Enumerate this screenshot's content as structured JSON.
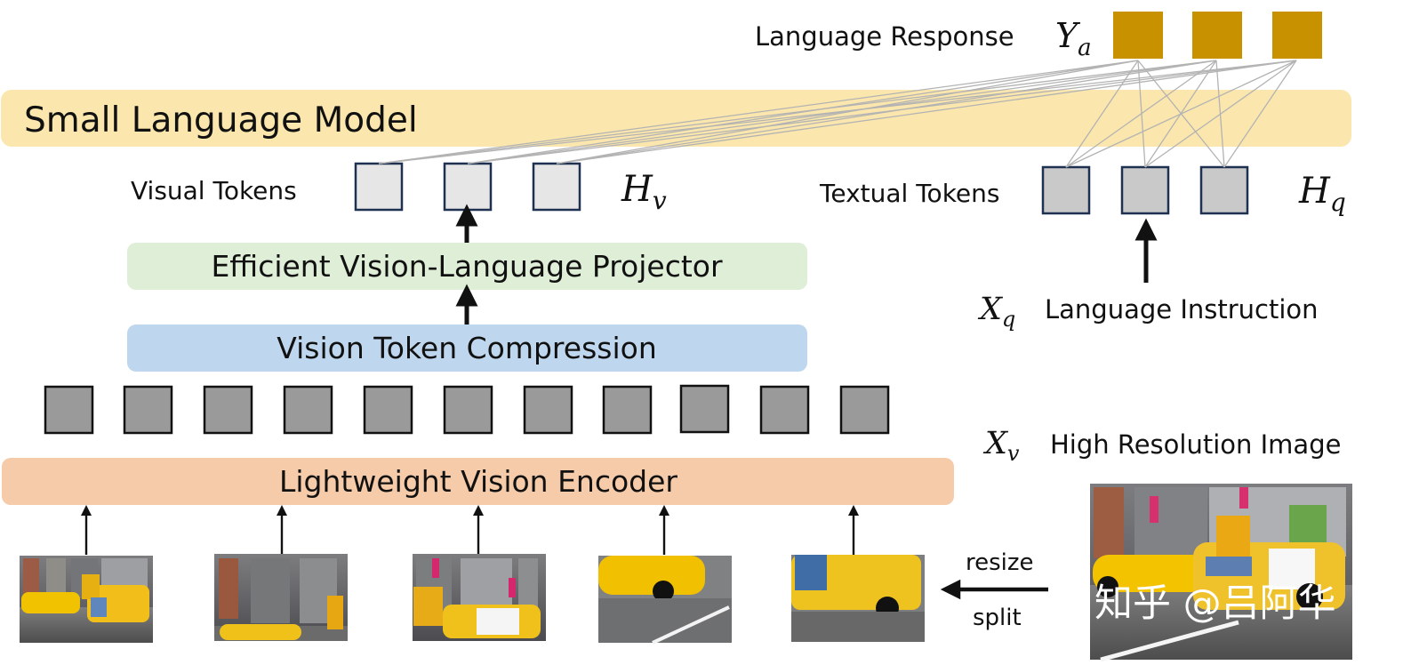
{
  "title_bar": {
    "label": "Small Language Model"
  },
  "language_response": {
    "label": "Language Response",
    "symbol_main": "Y",
    "symbol_sub": "a",
    "tokens": [
      {
        "id": "response-token-1"
      },
      {
        "id": "response-token-2"
      },
      {
        "id": "response-token-3"
      }
    ]
  },
  "visual_tokens": {
    "label": "Visual Tokens",
    "symbol_main": "H",
    "symbol_sub": "v"
  },
  "textual_tokens": {
    "label": "Textual Tokens",
    "symbol_main": "H",
    "symbol_sub": "q"
  },
  "projector": {
    "label": "Efficient Vision-Language Projector"
  },
  "compression": {
    "label": "Vision Token Compression"
  },
  "encoder": {
    "label": "Lightweight Vision Encoder"
  },
  "language_instruction": {
    "label": "Language Instruction",
    "symbol_main": "X",
    "symbol_sub": "q"
  },
  "high_resolution_image": {
    "label": "High Resolution Image",
    "symbol_main": "X",
    "symbol_sub": "v"
  },
  "process": {
    "resize_label": "resize",
    "split_label": "split"
  },
  "watermark": {
    "text": "知乎 @吕阿华"
  },
  "colors": {
    "title_bar": "#fbe7ad",
    "projector": "#dfeed7",
    "compression": "#bfd7ee",
    "encoder": "#f6cba9",
    "response_token": "#c89100",
    "visual_token_fill": "#e6e6e6",
    "textual_token_fill": "#c9c9ca",
    "encoded_token_fill": "#9a9a9a",
    "token_border": "#1f3150"
  }
}
